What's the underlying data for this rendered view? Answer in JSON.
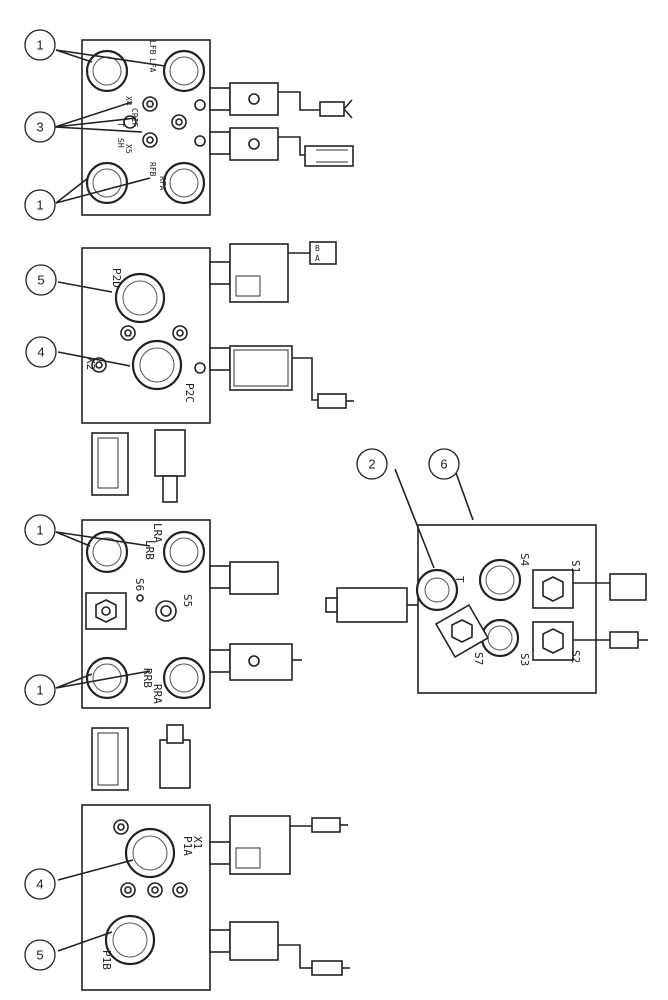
{
  "callouts": [
    "1",
    "3",
    "1",
    "5",
    "4",
    "2",
    "6",
    "1",
    "1",
    "4",
    "5"
  ],
  "port_labels": {
    "m1": [
      "LFA",
      "LFB",
      "RFB",
      "RFA",
      "SH",
      "T",
      "X4",
      "X5",
      "CRIF"
    ],
    "m2": [
      "P2D",
      "P2C",
      "X2"
    ],
    "m3": [
      "LRA",
      "LRB",
      "RRB",
      "RRA",
      "S6",
      "S5"
    ],
    "m4": [
      "P1A",
      "X1",
      "P1B"
    ],
    "m5": [
      "T",
      "S4",
      "S1",
      "S7",
      "S3",
      "S2"
    ]
  },
  "connector_pins": [
    "B",
    "A"
  ]
}
